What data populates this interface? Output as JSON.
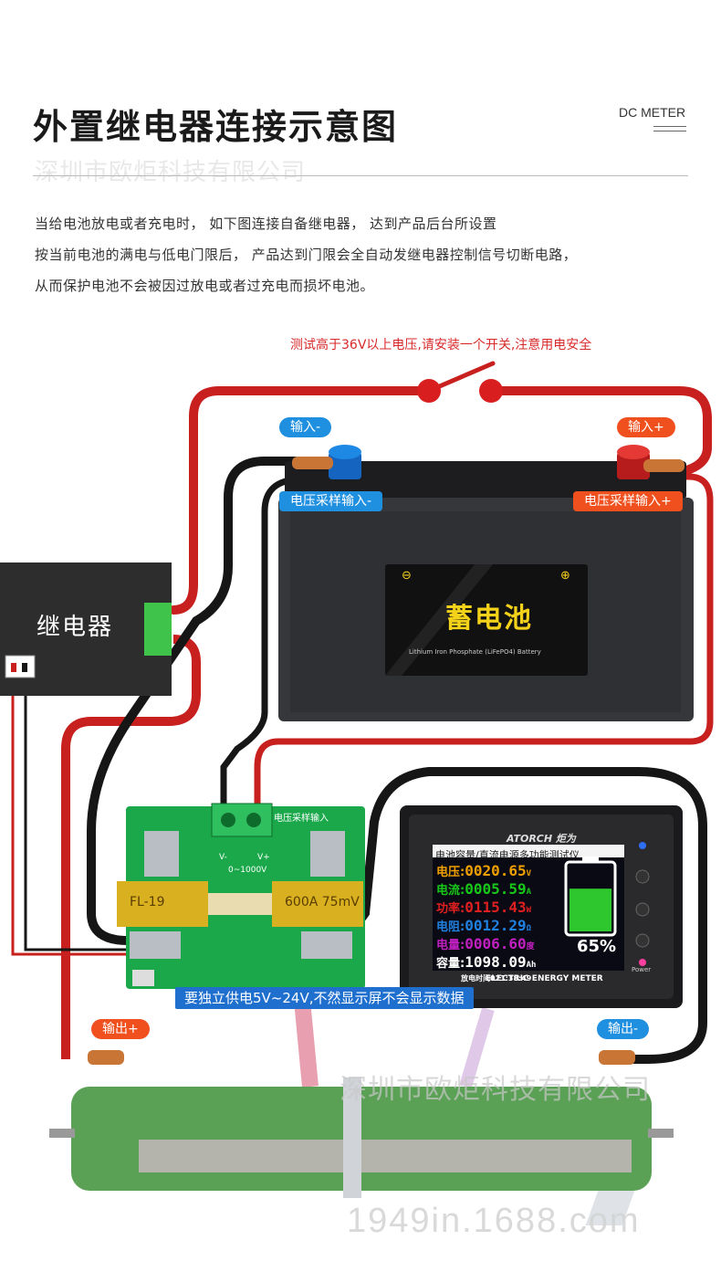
{
  "header": {
    "title": "外置继电器连接示意图",
    "subtitle_watermark": "深圳市欧炬科技有限公司",
    "en_label": "DC METER"
  },
  "intro": {
    "line1": "当给电池放电或者充电时，  如下图连接自备继电器，  达到产品后台所设置",
    "line2": "按当前电池的满电与低电门限后，  产品达到门限会全自动发继电器控制信号切断电路，",
    "line3": "从而保护电池不会被因过放电或者过充电而损坏电池。"
  },
  "warning": "测试高于36V以上电压,请安装一个开关,注意用电安全",
  "tags": {
    "input_neg": "输入-",
    "input_pos": "输入+",
    "sample_neg": "电压采样输入-",
    "sample_pos": "电压采样输入+",
    "output_pos": "输出+",
    "output_neg": "输出-"
  },
  "relay": {
    "label": "继电器"
  },
  "battery": {
    "label": "蓄电池",
    "sub": "Lithium Iron Phosphate (LiFePO4) Battery"
  },
  "pcb": {
    "sample_label": "电压采样输入",
    "range": "0~1000V",
    "v_neg": "V-",
    "v_pos": "V+",
    "fuse_left": "FL-19",
    "fuse_right": "600A 75mV"
  },
  "meter": {
    "brand": "ATORCH 炬为",
    "heading": "电池容量/直流电源多功能测试仪",
    "rows": [
      {
        "label": "电压:",
        "value": "0020.65",
        "unit": "V",
        "color": "#f0a000"
      },
      {
        "label": "电流:",
        "value": "0005.59",
        "unit": "A",
        "color": "#18c818"
      },
      {
        "label": "功率:",
        "value": "0115.43",
        "unit": "W",
        "color": "#e02020"
      },
      {
        "label": "电阻:",
        "value": "0012.29",
        "unit": "Ω",
        "color": "#2080e0"
      },
      {
        "label": "电量:",
        "value": "0006.60",
        "unit": "度",
        "color": "#c020c0"
      },
      {
        "label": "容量:",
        "value": "1098.09",
        "unit": "Ah",
        "color": "#ffffff"
      }
    ],
    "percent": "65%",
    "battery_level": 0.65,
    "footer": "放电时间021:38:49",
    "bottom_label": "ELECTRIC ENERGY METER",
    "power_label": "Power"
  },
  "notice": "要独立供电5V~24V,不然显示屏不会显示数据",
  "watermark_mid": "深圳市欧炬科技有限公司",
  "watermark_bottom": "1949in.1688.com",
  "colors": {
    "wire_red": "#c8201e",
    "wire_black": "#161616",
    "tag_blue": "#1f8fe0",
    "tag_orange": "#f0501e",
    "relay_green": "#3fc34a",
    "pcb_green": "#1aa84a",
    "resistor_green": "#5aa055"
  }
}
